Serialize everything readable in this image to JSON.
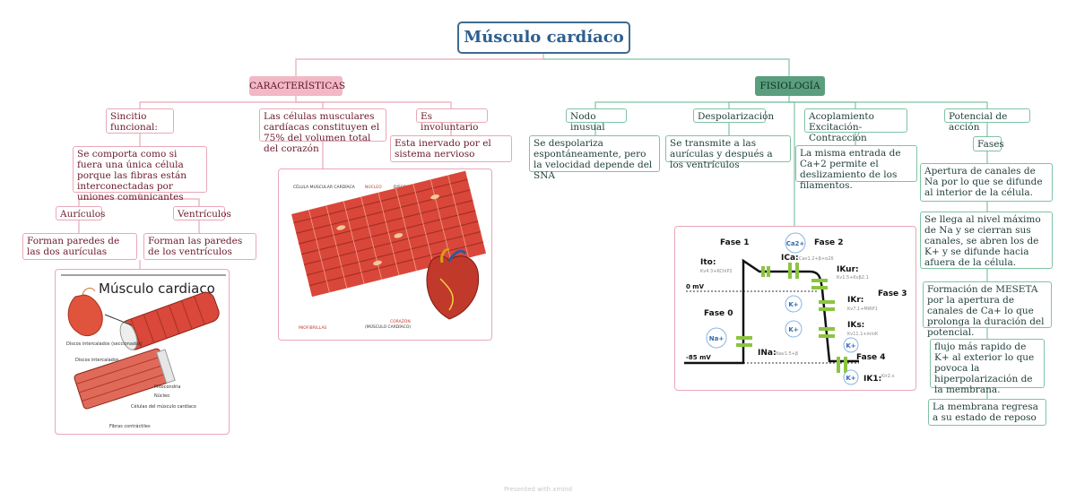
{
  "title": "Músculo cardíaco",
  "caracteristicas": {
    "label": "CARACTERÍSTICAS",
    "sincitio": "Sincitio funcional:",
    "sincitio_desc": "Se comporta como si fuera una única célula porque las fibras están interconectadas por uniones comunicantes",
    "auriculos": "Aurículos",
    "auriculos_desc": "Forman paredes de las dos aurículas",
    "ventriculos": "Ventrículos",
    "ventriculos_desc": "Forman las paredes de los ventrículos",
    "celulas": "Las células musculares cardíacas constituyen el 75% del volumen total del corazón",
    "involuntario": "Es involuntario",
    "involuntario_desc": "Esta inervado por el sistema nervioso"
  },
  "fisiologia": {
    "label": "FISIOLOGÍA",
    "nodo": "Nodo inusual",
    "nodo_desc": "Se despolariza espontáneamente, pero la velocidad depende del SNA",
    "despol": "Despolarización",
    "despol_desc": "Se transmite a las aurículas y después a los ventrículos",
    "acopl": "Acoplamiento Excitación-Contracción",
    "acopl_desc": "La misma entrada de Ca+2 permite el deslizamiento de los filamentos.",
    "potencial": "Potencial de acción",
    "fases": "Fases",
    "fase_items": [
      "Apertura de canales de Na por lo que se difunde al interior de la célula.",
      "Se llega al nivel máximo de Na y se cierran sus canales, se abren los de K+ y se difunde hacia afuera de la célula.",
      "Formación de MESETA por la apertura de canales de Ca+ lo que prolonga la duración del potencial.",
      "flujo más rapido de K+ al exterior lo que povoca la hiperpolarización de la membrana.",
      "La membrana regresa a su estado de reposo"
    ]
  },
  "images": {
    "musculo_title": "Músculo cardiaco",
    "musculo_labels": [
      "Discos intercalados (seccionados)",
      "Discos intercalados",
      "Mitocondria",
      "Núcleo",
      "Células del músculo cardíaco",
      "Fibras contráctiles"
    ],
    "celula_labels": [
      "CÉLULA MUSCULAR CARDÍACA",
      "NÚCLEO",
      "DISCOS INTERCALARES",
      "MIOFIBRILLAS",
      "CORAZÓN",
      "(MÚSCULO CARDÍACO)"
    ],
    "ap": {
      "fase1": "Fase 1",
      "fase2": "Fase 2",
      "fase3": "Fase 3",
      "fase0": "Fase 0",
      "fase4": "Fase 4",
      "zero": "0 mV",
      "minus85": "-85 mV",
      "ito": "Ito:",
      "ito_sub": "Kv4.3+KChIP2",
      "ica": "ICa:",
      "ica_sub": "Cav1.2+β+α2δ",
      "ikur": "IKur:",
      "ikur_sub": "Kv1.5+Kvβ2.1",
      "ikr": "IKr:",
      "ikr_sub": "Kv7.1+MiRP1",
      "iks": "IKs:",
      "iks_sub": "Kv11.1+minK",
      "ina": "INa:",
      "ina_sub": "Nav1.5+β",
      "ik1": "IK1:",
      "ik1_sub": "Kir2.x",
      "na": "Na+",
      "ca": "Ca2+",
      "k": "K+"
    }
  },
  "footer": "Presented with xmind"
}
